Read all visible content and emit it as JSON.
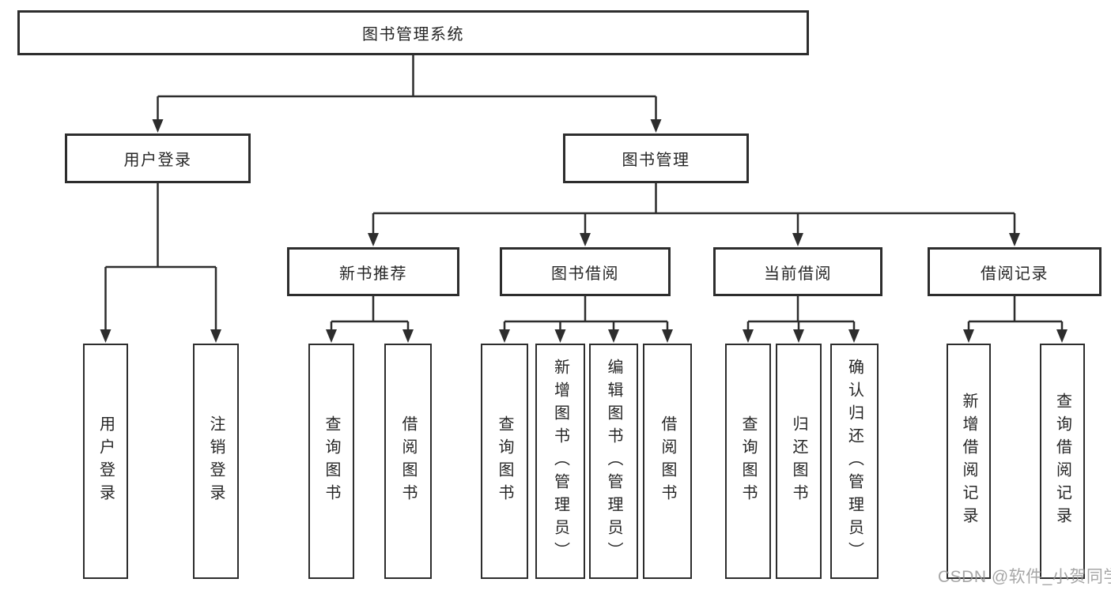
{
  "root": {
    "label": "图书管理系统"
  },
  "branches": {
    "user_login": {
      "label": "用户登录",
      "leaves": [
        "用户登录",
        "注销登录"
      ]
    },
    "book_management": {
      "label": "图书管理"
    }
  },
  "modules": [
    {
      "label": "新书推荐",
      "leaves": [
        "查询图书",
        "借阅图书"
      ]
    },
    {
      "label": "图书借阅",
      "leaves": [
        "查询图书",
        "新增图书（管理员）",
        "编辑图书（管理员）",
        "借阅图书"
      ]
    },
    {
      "label": "当前借阅",
      "leaves": [
        "查询图书",
        "归还图书",
        "确认归还（管理员）"
      ]
    },
    {
      "label": "借阅记录",
      "leaves": [
        "新增借阅记录",
        "查询借阅记录"
      ]
    }
  ],
  "watermark": {
    "text": "CSDN @软件_小贺同学"
  },
  "colors": {
    "line": "#2d2d2d",
    "box_border": "#2d2d2d",
    "text": "#262626",
    "watermark": "#969696",
    "background": "#ffffff"
  }
}
